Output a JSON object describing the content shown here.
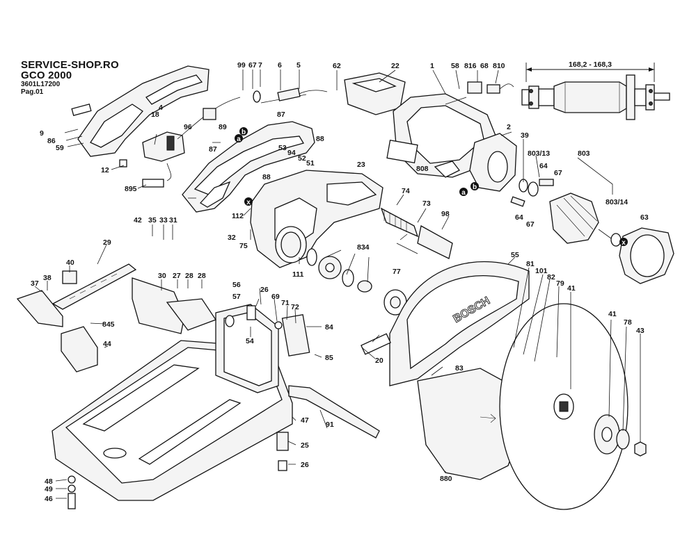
{
  "header": {
    "shop": "SERVICE-SHOP.RO",
    "model": "GCO 2000",
    "part_number": "3601L17200",
    "page": "Pag.01"
  },
  "dimension_label": "168,2 - 168,3",
  "blade_guard_brand": "BOSCH",
  "connector_markers": [
    "a",
    "b",
    "x"
  ],
  "part_labels": [
    "99",
    "67",
    "7",
    "6",
    "5",
    "62",
    "22",
    "1",
    "58",
    "816",
    "68",
    "810",
    "9",
    "86",
    "59",
    "12",
    "895",
    "18",
    "4",
    "96",
    "89",
    "87",
    "53",
    "94",
    "52",
    "51",
    "88",
    "23",
    "74",
    "73",
    "98",
    "2",
    "39",
    "803/13",
    "803",
    "64",
    "67",
    "803/14",
    "63",
    "42",
    "35",
    "33",
    "31",
    "29",
    "112",
    "32",
    "75",
    "834",
    "111",
    "77",
    "55",
    "81",
    "101",
    "82",
    "79",
    "41",
    "40",
    "37",
    "38",
    "30",
    "27",
    "28",
    "28",
    "56",
    "26",
    "57",
    "69",
    "71",
    "72",
    "845",
    "44",
    "54",
    "84",
    "85",
    "20",
    "83",
    "41",
    "78",
    "43",
    "47",
    "91",
    "25",
    "26",
    "48",
    "49",
    "46",
    "880",
    "87",
    "88",
    "64",
    "67",
    "808"
  ]
}
